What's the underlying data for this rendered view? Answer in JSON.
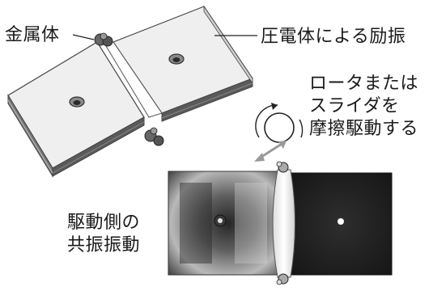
{
  "labels": {
    "metal_body": "金属体",
    "piezo_excitation": "圧電体による励振",
    "rotor_slider": [
      "ロータまたは",
      "スライダを",
      "摩擦駆動する"
    ],
    "drive_side": [
      "駆動側の",
      "共振振動"
    ]
  },
  "colors": {
    "plate_fill": "#efefef",
    "plate_edge": "#444444",
    "hole": "#555555",
    "arrow": "#9a9a9a",
    "mode_dark": "#1e1e1e"
  }
}
